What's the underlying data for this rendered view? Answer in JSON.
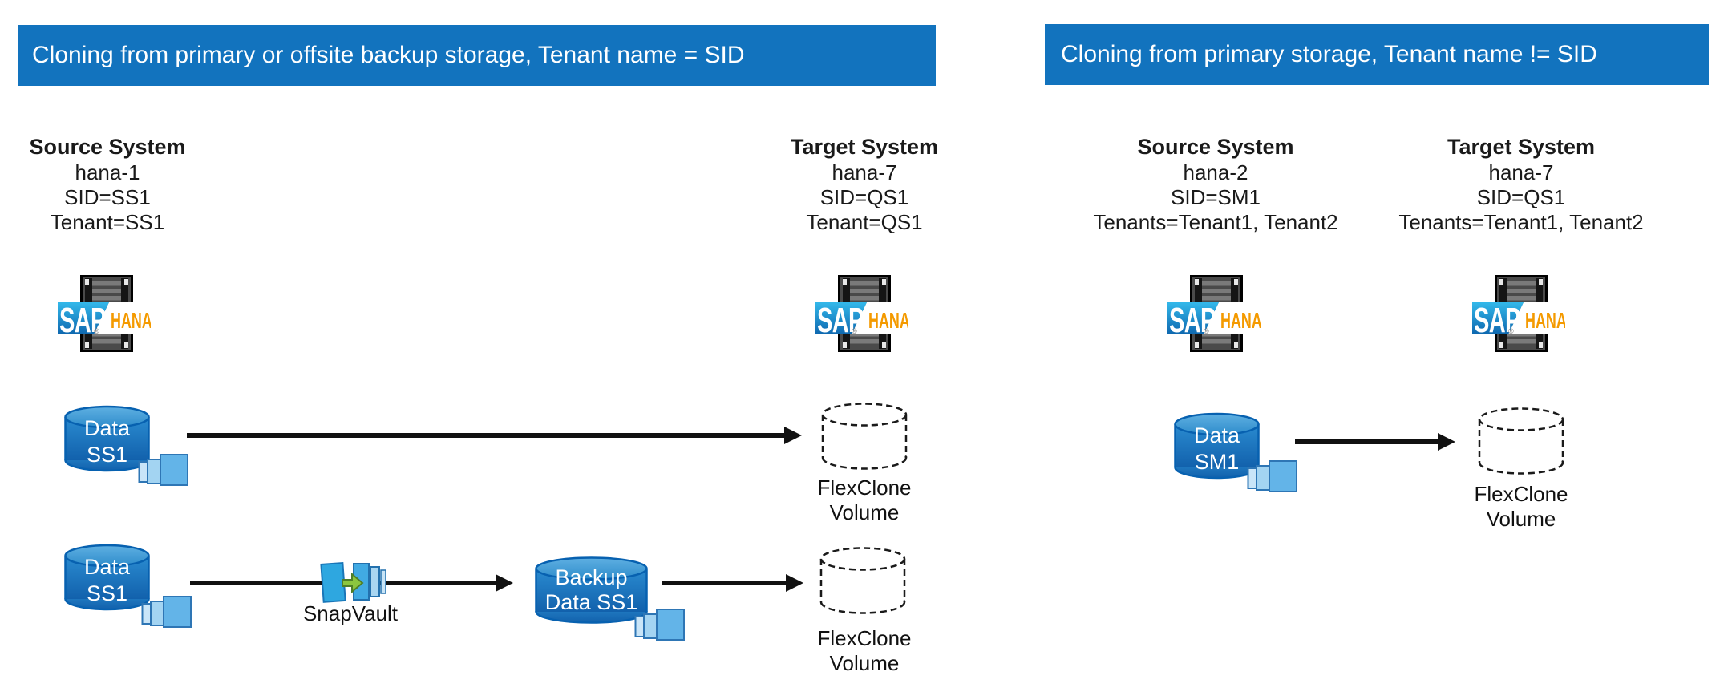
{
  "left_panel": {
    "header": "Cloning from primary or offsite backup storage, Tenant name = SID",
    "source_system": {
      "title": "Source System",
      "details": [
        "hana-1",
        "SID=SS1",
        "Tenant=SS1"
      ]
    },
    "target_system": {
      "title": "Target System",
      "details": [
        "hana-7",
        "SID=QS1",
        "Tenant=QS1"
      ]
    },
    "row1": {
      "volume": [
        "Data",
        "SS1"
      ],
      "clone_label": [
        "FlexClone",
        "Volume"
      ]
    },
    "row2": {
      "volume": [
        "Data",
        "SS1"
      ],
      "snapvault_label": "SnapVault",
      "backup_volume": [
        "Backup",
        "Data SS1"
      ],
      "clone_label": [
        "FlexClone",
        "Volume"
      ]
    }
  },
  "right_panel": {
    "header": "Cloning from primary storage, Tenant name != SID",
    "source_system": {
      "title": "Source System",
      "details": [
        "hana-2",
        "SID=SM1",
        "Tenants=Tenant1, Tenant2"
      ]
    },
    "target_system": {
      "title": "Target System",
      "details": [
        "hana-7",
        "SID=QS1",
        "Tenants=Tenant1, Tenant2"
      ]
    },
    "row1": {
      "volume": [
        "Data",
        "SM1"
      ],
      "clone_label": [
        "FlexClone",
        "Volume"
      ]
    }
  },
  "sap_hana_logo": {
    "sap": "SAP",
    "hana": "HANA",
    "registered": "®"
  },
  "colors": {
    "header_bg": "#1273BE",
    "cylinder_body": "#1E7CC6",
    "cylinder_dark": "#1261AC",
    "cylinder_top": "#4FA6DE",
    "cylinder_stroke": "#0761B0",
    "snapshot_light": "#C9E5F8",
    "snapshot_mid": "#A3D4F2",
    "snapshot_dark": "#63B4E8",
    "snapshot_stroke": "#2E76B5",
    "snapvault_blue": "#2EA7E0",
    "snapvault_green": "#8CC63F",
    "sap_blue_light": "#33B8EA",
    "sap_blue_dark": "#0E67AF",
    "hana_orange": "#F49A00",
    "arrow_black": "#111111"
  }
}
